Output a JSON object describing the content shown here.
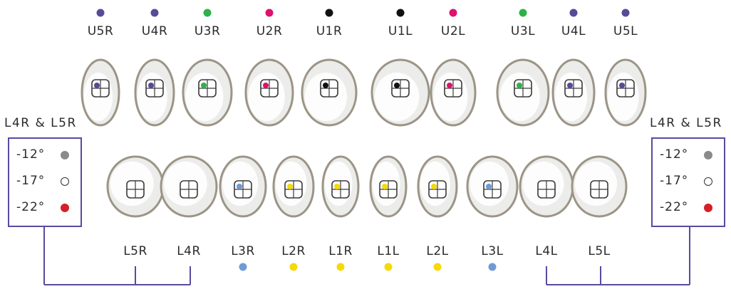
{
  "colors": {
    "purple": "#574a99",
    "green": "#2db24a",
    "magenta": "#e0106e",
    "black": "#111111",
    "blue": "#6f9ad6",
    "yellow": "#f5d90a",
    "gray": "#8a8a8a",
    "white": "#ffffff",
    "red": "#d61f2a",
    "frame": "#5a4aa0",
    "tooth_outline": "#9c9486"
  },
  "upper_teeth": [
    {
      "label": "U5R",
      "color": "purple"
    },
    {
      "label": "U4R",
      "color": "purple"
    },
    {
      "label": "U3R",
      "color": "green"
    },
    {
      "label": "U2R",
      "color": "magenta"
    },
    {
      "label": "U1R",
      "color": "black"
    },
    {
      "label": "U1L",
      "color": "black"
    },
    {
      "label": "U2L",
      "color": "magenta"
    },
    {
      "label": "U3L",
      "color": "green"
    },
    {
      "label": "U4L",
      "color": "purple"
    },
    {
      "label": "U5L",
      "color": "purple"
    }
  ],
  "lower_teeth": [
    {
      "label": "L5R",
      "color": null
    },
    {
      "label": "L4R",
      "color": null
    },
    {
      "label": "L3R",
      "color": "blue"
    },
    {
      "label": "L2R",
      "color": "yellow"
    },
    {
      "label": "L1R",
      "color": "yellow"
    },
    {
      "label": "L1L",
      "color": "yellow"
    },
    {
      "label": "L2L",
      "color": "yellow"
    },
    {
      "label": "L3L",
      "color": "blue"
    },
    {
      "label": "L4L",
      "color": null
    },
    {
      "label": "L5L",
      "color": null
    }
  ],
  "left_panel": {
    "title": "L4R & L5R",
    "rows": [
      {
        "value": "-12°",
        "color": "gray"
      },
      {
        "value": "-17°",
        "color": "white"
      },
      {
        "value": "-22°",
        "color": "red"
      }
    ]
  },
  "right_panel": {
    "title": "L4R & L5R",
    "rows": [
      {
        "value": "-12°",
        "color": "gray"
      },
      {
        "value": "-17°",
        "color": "white"
      },
      {
        "value": "-22°",
        "color": "red"
      }
    ]
  }
}
